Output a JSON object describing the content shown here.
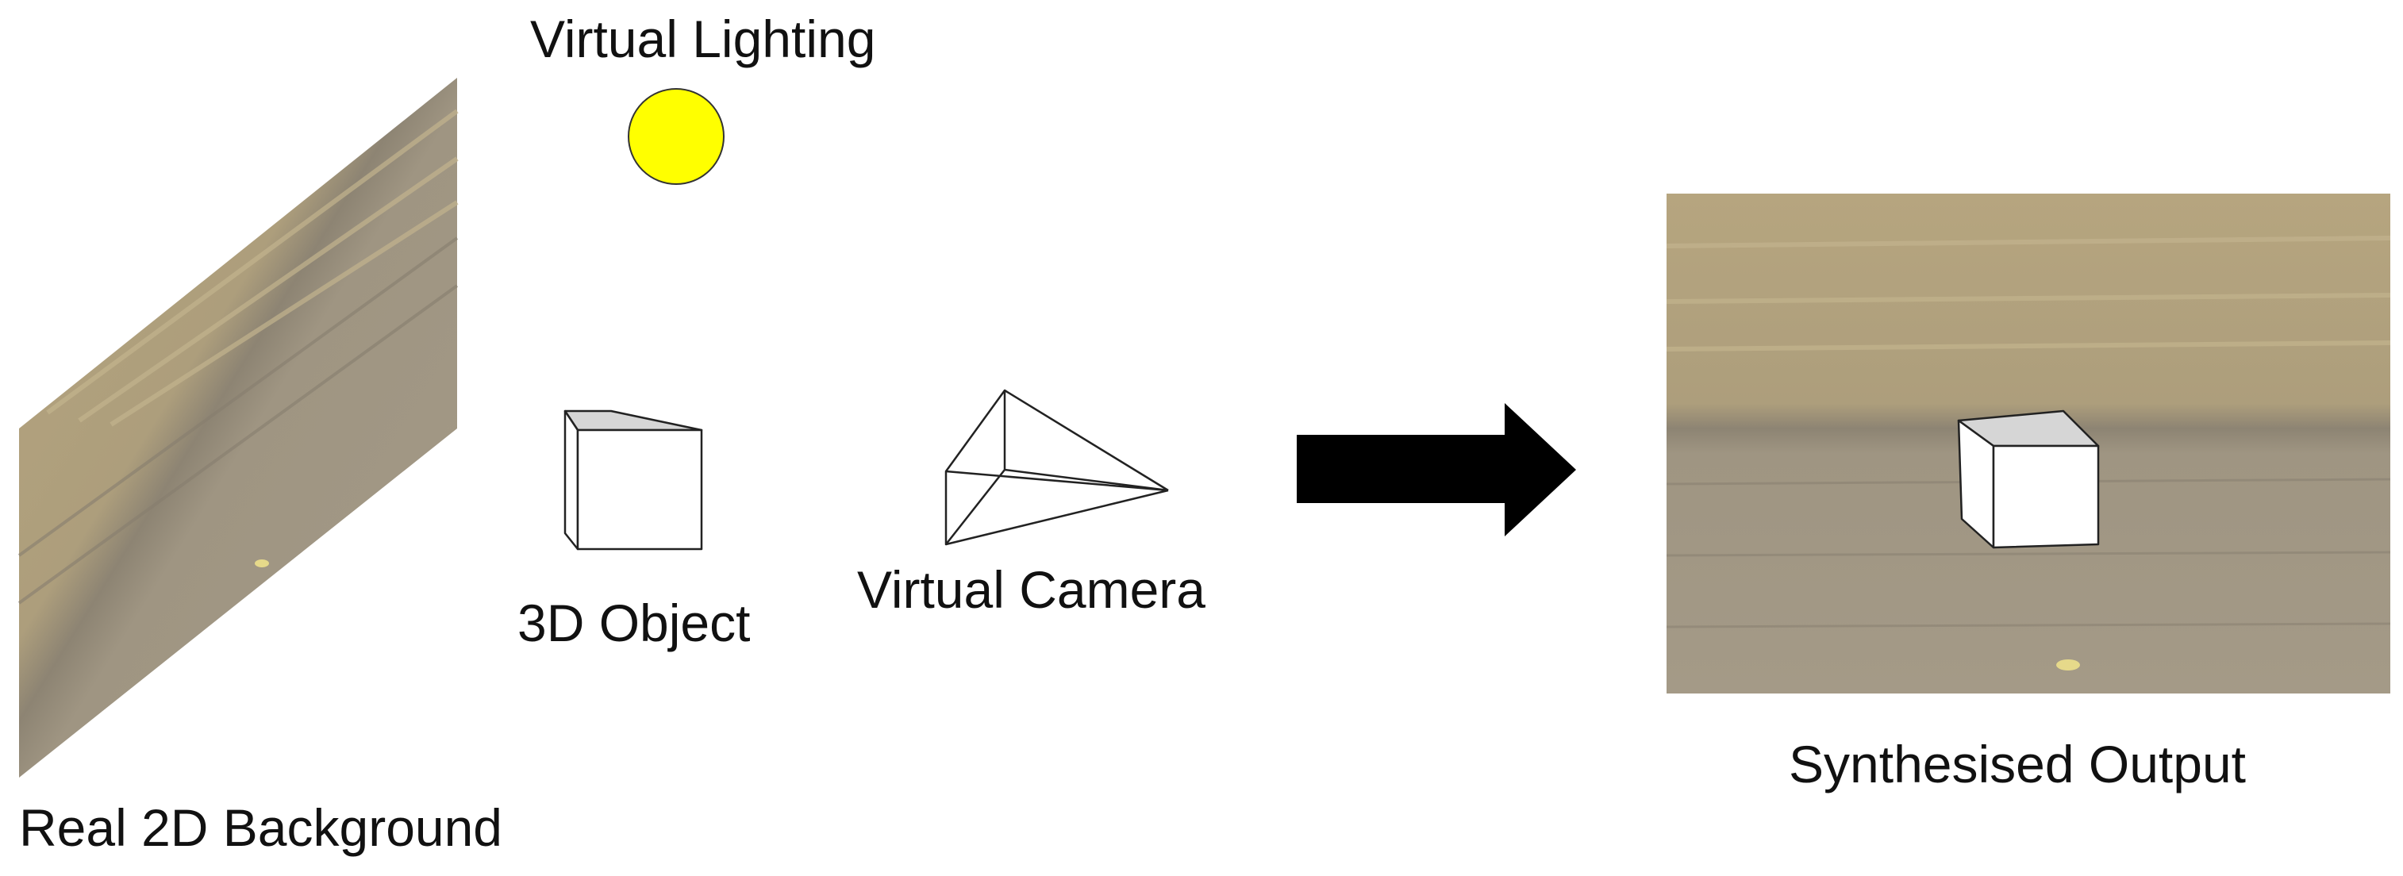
{
  "labels": {
    "lighting": "Virtual Lighting",
    "object": "3D Object",
    "camera": "Virtual Camera",
    "background": "Real 2D Background",
    "output": "Synthesised Output"
  },
  "colors": {
    "sun": "#ffff00",
    "field_light": "#b3a27c",
    "field_dark": "#9b8f7a",
    "soil": "#a09684",
    "cube_top": "#d6d6d6",
    "arrow": "#000000"
  }
}
